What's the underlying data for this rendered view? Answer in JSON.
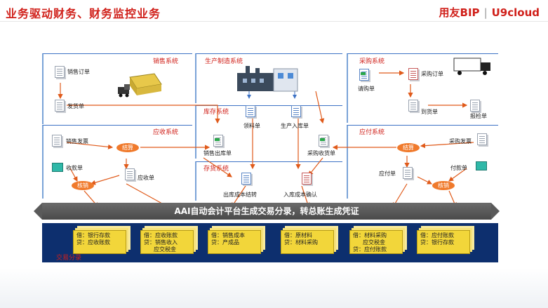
{
  "header": {
    "title": "业务驱动财务、财务监控业务",
    "brand_left": "用友BIP",
    "brand_right": "U9cloud"
  },
  "systems": {
    "sales": "销售系统",
    "production": "生产制造系统",
    "purchase": "采购系统",
    "inventory": "库存系统",
    "receivable": "应收系统",
    "payable": "应付系统",
    "stock": "存货系统"
  },
  "docs": {
    "sales_order": "销售订单",
    "delivery": "发货单",
    "requisition": "领料单",
    "production_in": "生产入库单",
    "purchase_request": "请购单",
    "purchase_order": "采购订单",
    "arrival": "到货单",
    "inspection": "报检单",
    "sales_invoice": "销售发票",
    "receipt": "收款单",
    "receivable": "应收单",
    "sales_out": "销售出库单",
    "purchase_in": "采购收货单",
    "purchase_invoice": "采购发票",
    "payable": "应付单",
    "payment": "付款单",
    "out_cost": "出库成本结转",
    "in_cost": "入库成本确认"
  },
  "ovals": {
    "settle_left": "结算",
    "writeoff_left": "核销",
    "settle_right": "结算",
    "writeoff_right": "核销"
  },
  "banner": "AAI自动会计平台生成交易分录，转总账生成凭证",
  "entries": [
    {
      "lines": [
        "借：银行存款",
        "贷：应收账款"
      ]
    },
    {
      "lines": [
        "借：应收账款",
        "贷：销售收入",
        "应交税金"
      ]
    },
    {
      "lines": [
        "借：销售成本",
        "贷：产成品"
      ]
    },
    {
      "lines": [
        "借：原材料",
        "贷：材料采购"
      ]
    },
    {
      "lines": [
        "借：材料采购",
        "应交税金",
        "贷：应付账款"
      ]
    },
    {
      "lines": [
        "借：应付账款",
        "贷：银行存款"
      ]
    }
  ],
  "transaction_label": "交易分录",
  "colors": {
    "accent": "#d0201a",
    "line": "#3d72c5",
    "arrow": "#f07a2c",
    "panel": "#0d2f6e",
    "entry": "#f2d63a"
  }
}
